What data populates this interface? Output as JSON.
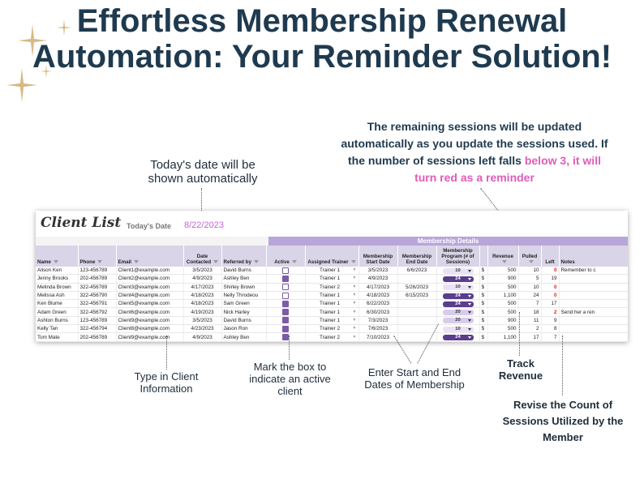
{
  "headline": {
    "line1": "Effortless Membership Renewal",
    "line2": "Automation: Your Reminder Solution!"
  },
  "annotations": {
    "todays_date": [
      "Today's date will be",
      "shown automatically"
    ],
    "remaining_line1": "The remaining sessions will be updated",
    "remaining_line2": "automatically as you update the sessions used. If",
    "remaining_line3a": "the number of sessions left falls ",
    "remaining_line3b": "below 3, it will",
    "remaining_line4": "turn red as a reminder",
    "type_client": [
      "Type in Client",
      "Information"
    ],
    "mark_box": [
      "Mark the box to",
      "indicate an active",
      "client"
    ],
    "enter_dates": [
      "Enter Start and End",
      "Dates of Membership"
    ],
    "track_revenue": [
      "Track",
      "Revenue"
    ],
    "revise_count": [
      "Revise the Count of",
      "Sessions Utilized by the",
      "Member"
    ]
  },
  "sheet": {
    "title": "Client List",
    "today_label": "Today's Date",
    "today_value": "8/22/2023",
    "band_label": "Membership Details",
    "headers": [
      "Name",
      "Phone",
      "Email",
      "Date Contacted",
      "Referred by",
      "Active",
      "Assigned Trainer",
      "Membership Start Date",
      "Membership End Date",
      "Membership Program (# of Sessions)",
      "Revenue",
      "Pulled",
      "Left",
      "Notes"
    ],
    "rows": [
      {
        "name": "Alison Ken",
        "phone": "123-456789",
        "email": "Client1@example.com",
        "contacted": "3/5/2023",
        "referred": "David Burns",
        "active": false,
        "trainer": "Trainer 1",
        "start": "3/5/2023",
        "end": "6/6/2023",
        "program": "10",
        "pill": "light",
        "currency": "$",
        "revenue": "500",
        "pulled": "10",
        "left": "0",
        "left_red": true,
        "notes": "Remember to c"
      },
      {
        "name": "Jenny Brooks",
        "phone": "202-456789",
        "email": "Client2@example.com",
        "contacted": "4/9/2023",
        "referred": "Ashley Ben",
        "active": true,
        "trainer": "Trainer 1",
        "start": "4/9/2023",
        "end": "",
        "program": "24",
        "pill": "dark",
        "currency": "$",
        "revenue": "900",
        "pulled": "5",
        "left": "19",
        "left_red": false,
        "notes": ""
      },
      {
        "name": "Melinda Brown",
        "phone": "322-456789",
        "email": "Client3@example.com",
        "contacted": "4/17/2023",
        "referred": "Shirley Brown",
        "active": false,
        "trainer": "Trainer 2",
        "start": "4/17/2023",
        "end": "5/26/2023",
        "program": "10",
        "pill": "light",
        "currency": "$",
        "revenue": "500",
        "pulled": "10",
        "left": "0",
        "left_red": true,
        "notes": ""
      },
      {
        "name": "Melissa Ash",
        "phone": "322-456790",
        "email": "Client4@example.com",
        "contacted": "4/18/2023",
        "referred": "Nelly Throdeou",
        "active": false,
        "trainer": "Trainer 1",
        "start": "4/18/2023",
        "end": "6/15/2023",
        "program": "24",
        "pill": "dark",
        "currency": "$",
        "revenue": "1,100",
        "pulled": "24",
        "left": "0",
        "left_red": true,
        "notes": ""
      },
      {
        "name": "Ken Blume",
        "phone": "322-456791",
        "email": "Client5@example.com",
        "contacted": "4/18/2023",
        "referred": "Sam Green",
        "active": true,
        "trainer": "Trainer 1",
        "start": "6/22/2023",
        "end": "",
        "program": "24",
        "pill": "dark",
        "currency": "$",
        "revenue": "500",
        "pulled": "7",
        "left": "17",
        "left_red": false,
        "notes": ""
      },
      {
        "name": "Adam Green",
        "phone": "322-456792",
        "email": "Client6@example.com",
        "contacted": "4/19/2023",
        "referred": "Nick Harley",
        "active": true,
        "trainer": "Trainer 1",
        "start": "6/30/2023",
        "end": "",
        "program": "20",
        "pill": "mid",
        "currency": "$",
        "revenue": "500",
        "pulled": "18",
        "left": "2",
        "left_red": true,
        "notes": "Send her a ren"
      },
      {
        "name": "Ashton Burns",
        "phone": "123-456789",
        "email": "Client9@example.com",
        "contacted": "3/5/2023",
        "referred": "David Burns",
        "active": true,
        "trainer": "Trainer 1",
        "start": "7/3/2023",
        "end": "",
        "program": "20",
        "pill": "mid",
        "currency": "$",
        "revenue": "900",
        "pulled": "11",
        "left": "9",
        "left_red": false,
        "notes": ""
      },
      {
        "name": "Kelly Tan",
        "phone": "322-456794",
        "email": "Client8@example.com",
        "contacted": "4/23/2023",
        "referred": "Jason Ron",
        "active": true,
        "trainer": "Trainer 2",
        "start": "7/6/2023",
        "end": "",
        "program": "10",
        "pill": "light",
        "currency": "$",
        "revenue": "500",
        "pulled": "2",
        "left": "8",
        "left_red": false,
        "notes": ""
      },
      {
        "name": "Tom Mate",
        "phone": "202-456789",
        "email": "Client9@example.com",
        "contacted": "4/9/2023",
        "referred": "Ashley Ben",
        "active": true,
        "trainer": "Trainer 2",
        "start": "7/10/2023",
        "end": "",
        "program": "24",
        "pill": "dark",
        "currency": "$",
        "revenue": "1,100",
        "pulled": "17",
        "left": "7",
        "left_red": false,
        "notes": ""
      },
      {
        "name": "",
        "phone": "",
        "email": "",
        "contacted": "",
        "referred": "",
        "active": null,
        "trainer": "",
        "start": "",
        "end": "",
        "program": "",
        "pill": "",
        "currency": "",
        "revenue": "",
        "pulled": "",
        "left": "",
        "left_red": false,
        "notes": ""
      }
    ]
  },
  "colors": {
    "title": "#1f3a4f",
    "accent_pink": "#e05cb8",
    "band": "#b8a6d8",
    "header": "#dad4e8",
    "pill_dark": "#5a3d8c"
  },
  "icons": [
    "sparkle-icon",
    "checkbox-icon",
    "filter-icon",
    "dropdown-arrow-icon"
  ]
}
